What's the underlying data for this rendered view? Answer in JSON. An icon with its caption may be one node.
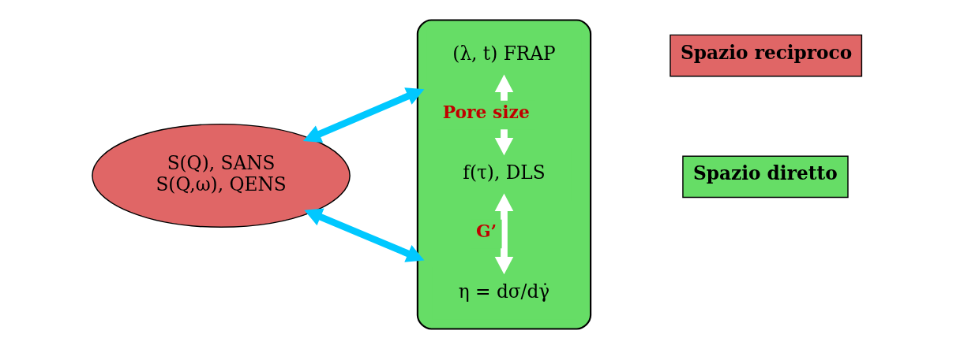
{
  "diagram": {
    "nodes": [
      {
        "text": [
          "S(Q), SANS",
          "S(Q,ω), QENS"
        ]
      },
      {
        "text": [],
        "shape": "ellipse"
      },
      {
        "text": [
          "(λ, t) FRAP"
        ],
        "in": 1
      },
      {
        "text": [
          "f(τ), DLS"
        ],
        "in": 1
      },
      {
        "text": [
          "η = dσ/dγ̇"
        ],
        "in": 1
      }
    ],
    "edges": [
      {
        "from": 0,
        "to": 1,
        "arrow": "both",
        "color": "#00c8ff"
      },
      {
        "from": 0,
        "to": 1,
        "arrow": "both",
        "color": "#00c8ff"
      },
      {
        "from": 2,
        "to": 3,
        "arrow": "both",
        "label": "Pore size",
        "color": "#ffffff"
      },
      {
        "from": 3,
        "to": 4,
        "arrow": "both",
        "label": "G’",
        "color": "#ffffff"
      }
    ],
    "legend": [
      {
        "text": "Spazio reciproco",
        "color": "#e06666"
      },
      {
        "text": "Spazio diretto",
        "color": "#66dd66"
      }
    ]
  }
}
